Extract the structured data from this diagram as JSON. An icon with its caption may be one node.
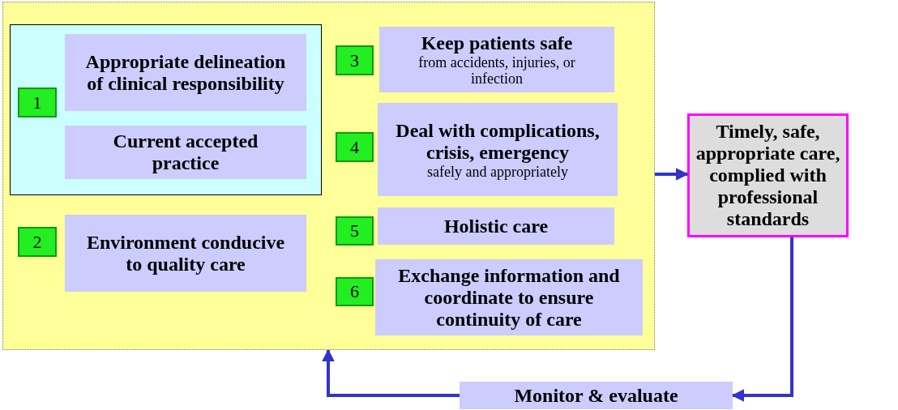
{
  "diagram": {
    "nodes": [
      {
        "text": [],
        "shape": "box"
      },
      {
        "text": [],
        "shape": "box",
        "in": 0
      },
      {
        "text": [
          "1"
        ],
        "in": 1
      },
      {
        "text": [
          "Appropriate delineation of clinical responsibility"
        ],
        "in": 1
      },
      {
        "text": [
          "Current accepted practice"
        ],
        "in": 1
      },
      {
        "text": [
          "2"
        ],
        "in": 0
      },
      {
        "text": [
          "Environment conducive to quality care"
        ],
        "in": 0
      },
      {
        "text": [
          "3"
        ],
        "in": 0
      },
      {
        "text": [
          "Keep patients safe",
          "from accidents, injuries, or infection"
        ],
        "in": 0
      },
      {
        "text": [
          "4"
        ],
        "in": 0
      },
      {
        "text": [
          "Deal with complications, crisis, emergency",
          "safely and appropriately"
        ],
        "in": 0
      },
      {
        "text": [
          "5"
        ],
        "in": 0
      },
      {
        "text": [
          "Holistic care"
        ],
        "in": 0
      },
      {
        "text": [
          "6"
        ],
        "in": 0
      },
      {
        "text": [
          "Exchange information and coordinate to ensure continuity of care"
        ],
        "in": 0
      },
      {
        "text": [
          "Timely, safe, appropriate care, complied with professional standards"
        ]
      },
      {
        "text": [
          "Monitor & evaluate"
        ]
      }
    ],
    "edges": [
      {
        "from": 0,
        "to": 15,
        "arrow": "to"
      },
      {
        "from": 15,
        "to": 16,
        "arrow": "to"
      },
      {
        "from": 16,
        "to": 0,
        "arrow": "to"
      }
    ]
  }
}
